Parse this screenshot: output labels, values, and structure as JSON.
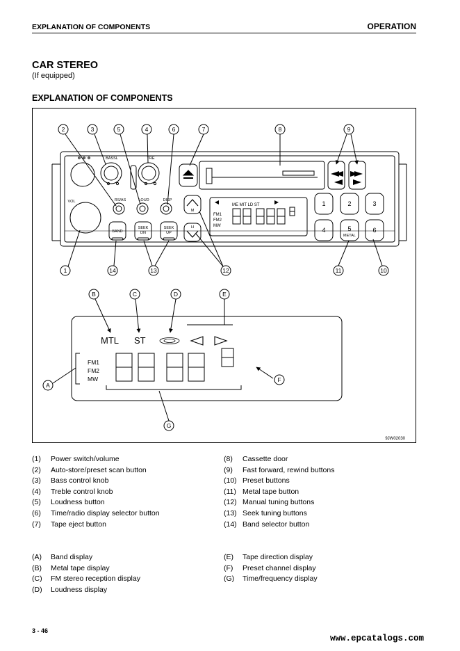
{
  "header": {
    "left": "EXPLANATION OF COMPONENTS",
    "right": "OPERATION"
  },
  "title": "CAR STEREO",
  "subtitle": "(If equipped)",
  "section_heading": "EXPLANATION OF COMPONENTS",
  "figure": {
    "code": "9JW02030",
    "callouts_top": [
      "2",
      "3",
      "5",
      "4",
      "6",
      "7",
      "8",
      "9"
    ],
    "callouts_bottom": [
      "1",
      "14",
      "13",
      "12",
      "11",
      "10"
    ],
    "callouts_display": [
      "B",
      "C",
      "D",
      "E",
      "A",
      "F",
      "G"
    ],
    "panel": {
      "vol": "VOL",
      "bassl": "BASSL",
      "tre": "TRE",
      "rs_as": "RS/AS",
      "loud": "LOUD",
      "disp": "DISP",
      "m": "M",
      "h": "H",
      "band": "BAND",
      "seek_dn_1": "SEEK",
      "seek_dn_2": "DN",
      "seek_up_1": "SEEK",
      "seek_up_2": "UP",
      "metal": "METAL",
      "presets": [
        "1",
        "2",
        "3",
        "4",
        "5",
        "6"
      ],
      "lcd_top": "ME MIT LD ST",
      "fm1": "FM1",
      "fm2": "FM2",
      "mw": "MW"
    },
    "display": {
      "mtl": "MTL",
      "st": "ST",
      "fm1": "FM1",
      "fm2": "FM2",
      "mw": "MW"
    }
  },
  "legend_left": [
    {
      "num": "(1)",
      "text": "Power switch/volume"
    },
    {
      "num": "(2)",
      "text": "Auto-store/preset scan button"
    },
    {
      "num": "(3)",
      "text": "Bass control knob"
    },
    {
      "num": "(4)",
      "text": "Treble control knob"
    },
    {
      "num": "(5)",
      "text": "Loudness button"
    },
    {
      "num": "(6)",
      "text": "Time/radio display selector button"
    },
    {
      "num": "(7)",
      "text": "Tape eject button"
    }
  ],
  "legend_right": [
    {
      "num": "(8)",
      "text": "Cassette door"
    },
    {
      "num": "(9)",
      "text": "Fast forward, rewind buttons"
    },
    {
      "num": "(10)",
      "text": "Preset buttons"
    },
    {
      "num": "(11)",
      "text": "Metal tape button"
    },
    {
      "num": "(12)",
      "text": "Manual tuning buttons"
    },
    {
      "num": "(13)",
      "text": "Seek tuning buttons"
    },
    {
      "num": "(14)",
      "text": "Band selector button"
    }
  ],
  "legend2_left": [
    {
      "num": "(A)",
      "text": "Band display"
    },
    {
      "num": "(B)",
      "text": "Metal tape display"
    },
    {
      "num": "(C)",
      "text": "FM stereo reception display"
    },
    {
      "num": "(D)",
      "text": "Loudness display"
    }
  ],
  "legend2_right": [
    {
      "num": "(E)",
      "text": "Tape direction display"
    },
    {
      "num": "(F)",
      "text": "Preset channel display"
    },
    {
      "num": "(G)",
      "text": "Time/frequency display"
    }
  ],
  "footer": {
    "page": "3 - 46",
    "site": "www.epcatalogs.com"
  }
}
